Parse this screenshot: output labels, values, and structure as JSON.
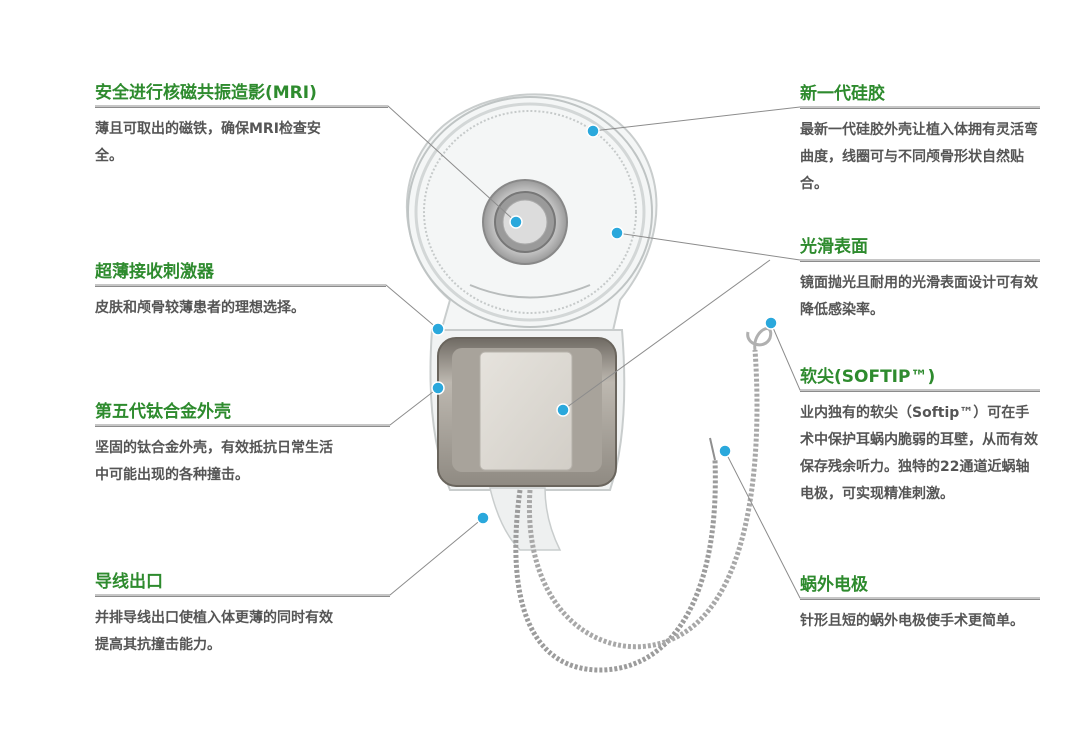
{
  "callouts": {
    "mri": {
      "title": "安全进行核磁共振造影(MRI)",
      "desc": "薄且可取出的磁铁，确保MRI检查安全。"
    },
    "receiver": {
      "title": "超薄接收刺激器",
      "desc": "皮肤和颅骨较薄患者的理想选择。"
    },
    "housing": {
      "title": "第五代钛合金外壳",
      "desc": "坚固的钛合金外壳，有效抵抗日常生活中可能出现的各种撞击。"
    },
    "lead_exit": {
      "title": "导线出口",
      "desc": "并排导线出口使植入体更薄的同时有效提高其抗撞击能力。"
    },
    "silicone": {
      "title": "新一代硅胶",
      "desc": "最新一代硅胶外壳让植入体拥有灵活弯曲度，线圈可与不同颅骨形状自然贴合。"
    },
    "surface": {
      "title": "光滑表面",
      "desc": "镜面抛光且耐用的光滑表面设计可有效降低感染率。"
    },
    "softip": {
      "title": "软尖(SOFTIP™)",
      "desc": "业内独有的软尖（Softip™）可在手术中保护耳蜗内脆弱的耳壁，从而有效保存残余听力。独特的22通道近蜗轴电极，可实现精准刺激。"
    },
    "extracochlear": {
      "title": "蜗外电极",
      "desc": "针形且短的蜗外电极使手术更简单。"
    }
  },
  "colors": {
    "title_green": "#2e8b2e",
    "marker_blue": "#2aa8dc",
    "leader_gray": "#8c8c8c",
    "text_gray": "#555555"
  }
}
